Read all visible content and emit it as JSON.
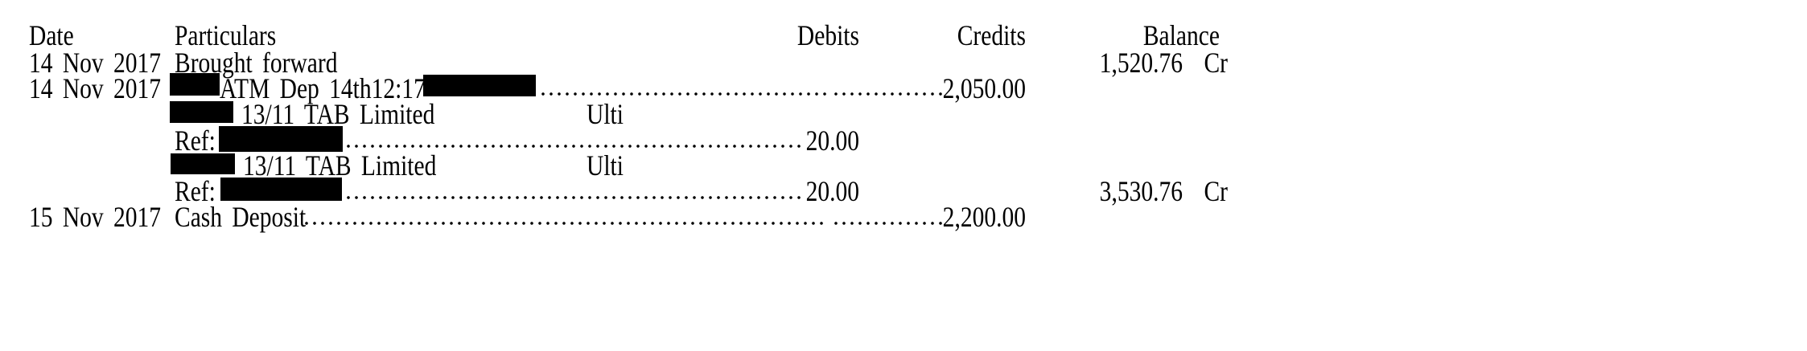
{
  "columns": {
    "date": "Date",
    "particulars": "Particulars",
    "debits": "Debits",
    "credits": "Credits",
    "balance": "Balance"
  },
  "rows": [
    {
      "date": "14 Nov 2017",
      "particulars": "Brought forward",
      "debit": "",
      "credit": "",
      "balance": "1,520.76",
      "balance_suffix": "Cr"
    },
    {
      "date": "14 Nov 2017",
      "particulars": "ATM Dep 14th12:17",
      "redacted_prefix": true,
      "redacted_suffix": true,
      "debit": "",
      "credit": "2,050.00",
      "balance": "",
      "balance_suffix": ""
    },
    {
      "date": "",
      "particulars": "13/11 TAB Limited",
      "extra": "Ulti",
      "redacted_prefix": true,
      "debit": "",
      "credit": "",
      "balance": ""
    },
    {
      "date": "",
      "particulars": "Ref:",
      "redacted_suffix": true,
      "debit": "20.00",
      "credit": "",
      "balance": ""
    },
    {
      "date": "",
      "particulars": "13/11 TAB Limited",
      "extra": "Ulti",
      "redacted_prefix": true,
      "debit": "",
      "credit": "",
      "balance": ""
    },
    {
      "date": "",
      "particulars": "Ref:",
      "redacted_suffix": true,
      "debit": "20.00",
      "credit": "",
      "balance": "3,530.76",
      "balance_suffix": "Cr"
    },
    {
      "date": "15 Nov 2017",
      "particulars": "Cash Deposit",
      "debit": "",
      "credit": "2,200.00",
      "balance": ""
    }
  ]
}
